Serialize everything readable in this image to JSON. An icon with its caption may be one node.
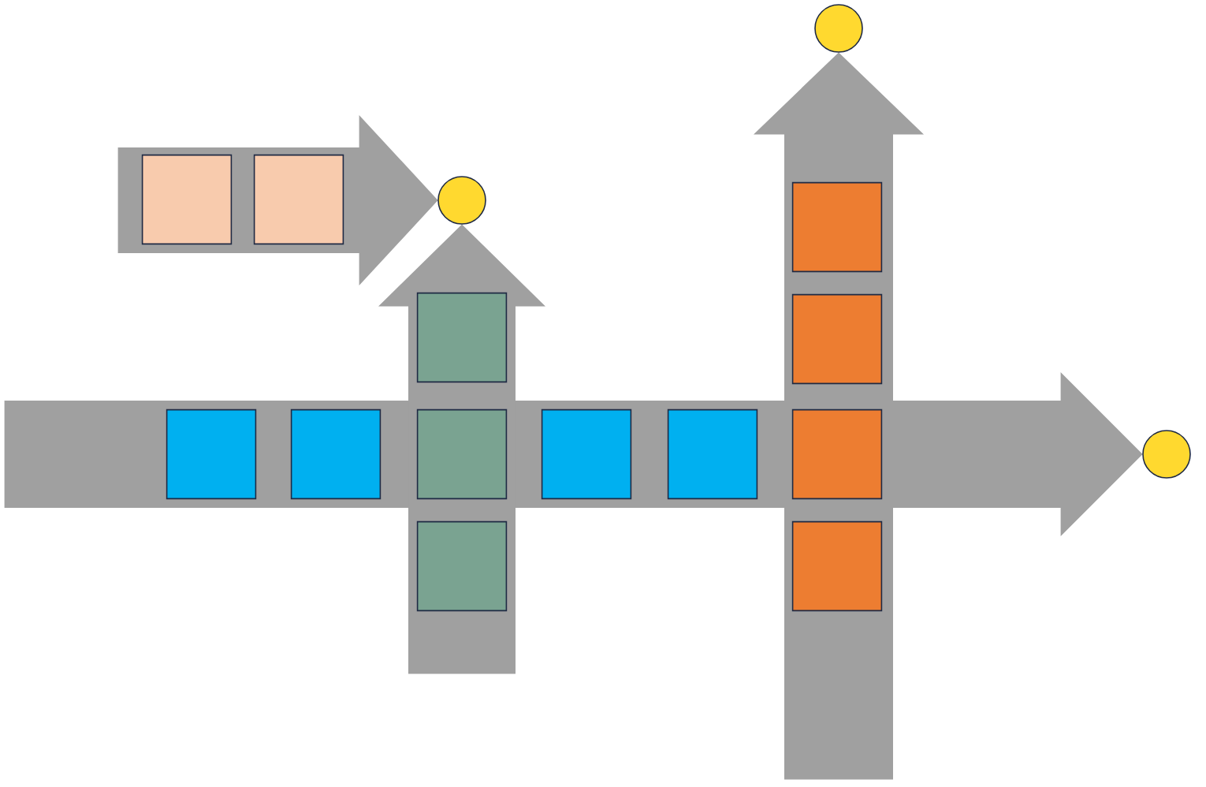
{
  "diagram": {
    "nodes": [
      {
        "text": [],
        "shape": "circle"
      },
      {
        "text": [],
        "shape": "box"
      },
      {
        "text": [],
        "shape": "box"
      },
      {
        "text": [],
        "shape": "box"
      },
      {
        "text": [],
        "shape": "circle"
      },
      {
        "text": [],
        "shape": "box"
      },
      {
        "text": [],
        "shape": "box"
      },
      {
        "text": [],
        "shape": "box"
      },
      {
        "text": [],
        "shape": "box"
      },
      {
        "text": [],
        "shape": "box"
      },
      {
        "text": [],
        "shape": "box"
      },
      {
        "text": [],
        "shape": "box"
      },
      {
        "text": [],
        "shape": "box"
      },
      {
        "text": [],
        "shape": "circle"
      },
      {
        "text": [],
        "shape": "box"
      },
      {
        "text": [],
        "shape": "box"
      }
    ],
    "edges": [
      {
        "from": null,
        "to": 13,
        "arrow": "to"
      },
      {
        "from": null,
        "to": 4,
        "arrow": "to"
      },
      {
        "from": null,
        "to": 4,
        "arrow": "to"
      },
      {
        "from": null,
        "to": 0,
        "arrow": "to"
      }
    ]
  }
}
